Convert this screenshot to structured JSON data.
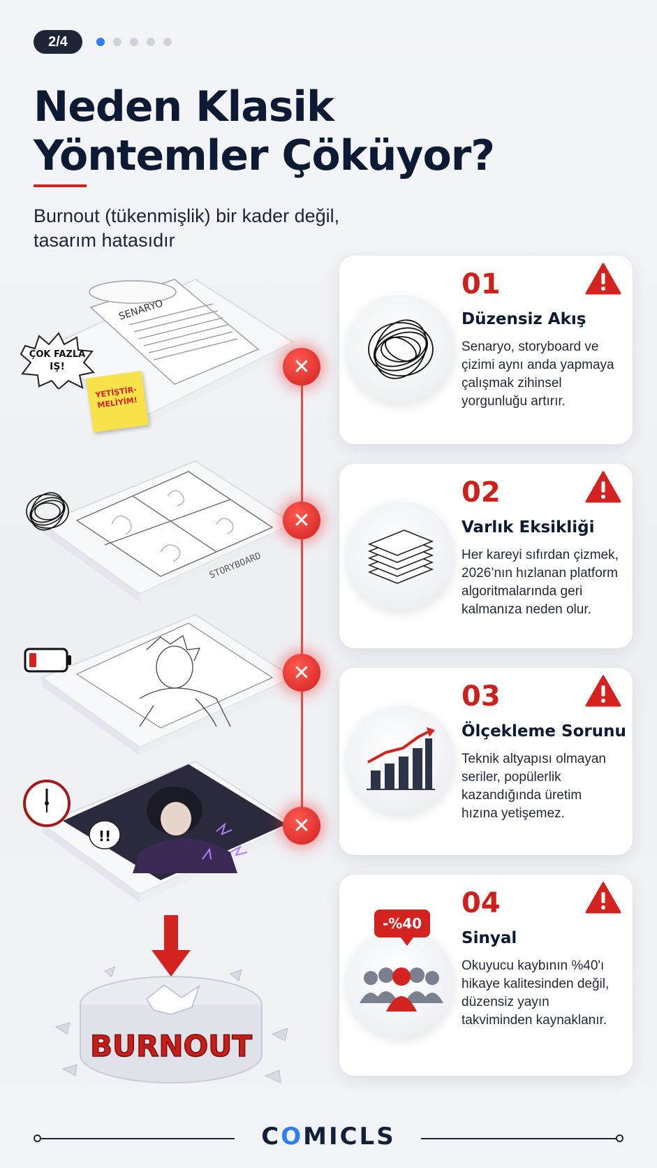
{
  "pager": {
    "label": "2/4",
    "total_dots": 5,
    "active_dot": 0
  },
  "header": {
    "title_line1": "Neden Klasik",
    "title_line2": "Yöntemler Çöküyor?",
    "subtitle_line1": "Burnout (tükenmişlik) bir kader değil,",
    "subtitle_line2": "tasarım hatasıdır"
  },
  "illustration": {
    "sticker_text_line1": "ÇOK FAZLA",
    "sticker_text_line2": "IŞ!",
    "note_text_line1": "YETİŞTİR-",
    "note_text_line2": "MELİYİM!",
    "script_label": "SENARYO",
    "storyboard_label": "STORYBOARD",
    "exclaim_text": "!!",
    "base_label": "BURNOUT",
    "accent_red": "#d4231f"
  },
  "cards": [
    {
      "num": "01",
      "title": "Düzensiz Akış",
      "text": "Senaryo, storyboard ve çizimi aynı anda yapmaya çalışmak zihinsel yorgunluğu artırır.",
      "icon": "scribble-icon"
    },
    {
      "num": "02",
      "title": "Varlık Eksikliği",
      "text": "Her kareyi sıfırdan çizmek, 2026’nın hızlanan platform algoritmalarında geri kalmanıza neden olur.",
      "icon": "layers-icon"
    },
    {
      "num": "03",
      "title": "Ölçekleme Sorunu",
      "text": "Teknik altyapısı olmayan seriler, popülerlik kazandığında üretim hızına yetişemez.",
      "icon": "bar-chart-icon"
    },
    {
      "num": "04",
      "title": "Sinyal",
      "text": "Okuyucu kaybının %40'ı hikaye kalitesinden değil, düzensiz yayın takviminden kaynaklanır.",
      "icon": "audience-icon",
      "badge": "-%40"
    }
  ],
  "footer": {
    "brand_pre": "C",
    "brand_o": "O",
    "brand_post": "MICLS"
  }
}
